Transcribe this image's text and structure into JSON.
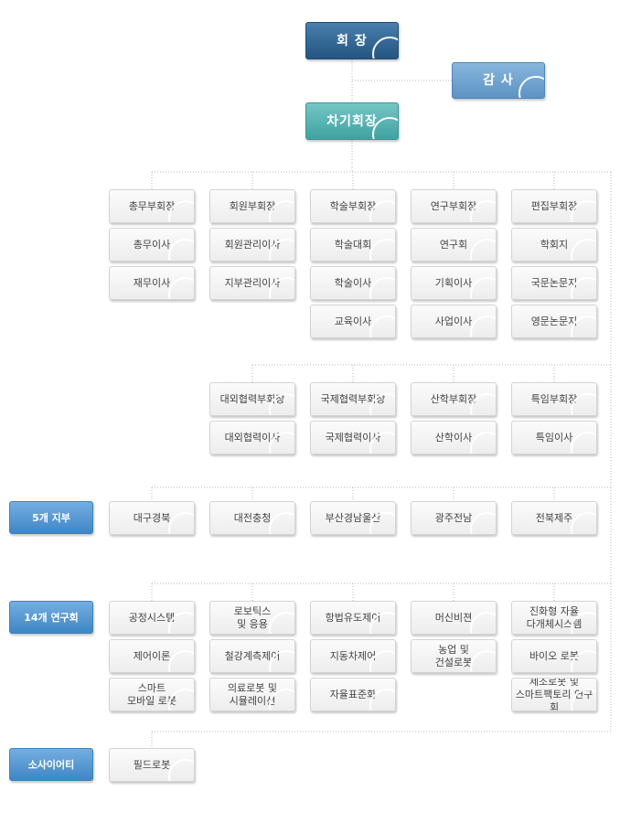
{
  "top": {
    "chairman": "회 장",
    "auditor": "감 사",
    "vice_chairman": "차기회장"
  },
  "vice_presidents": [
    {
      "title": "총무부회장",
      "members": [
        "총무이사",
        "재무이사"
      ]
    },
    {
      "title": "회원부회장",
      "members": [
        "회원관리이사",
        "지부관리이사"
      ]
    },
    {
      "title": "학술부회장",
      "members": [
        "학술대회",
        "학술이사",
        "교육이사"
      ]
    },
    {
      "title": "연구부회장",
      "members": [
        "연구회",
        "기획이사",
        "사업이사"
      ]
    },
    {
      "title": "편집부회장",
      "members": [
        "학회지",
        "국문논문지",
        "영문논문지"
      ]
    }
  ],
  "vice_presidents_2": [
    {
      "title": "대외협력부회장",
      "members": [
        "대외협력이사"
      ]
    },
    {
      "title": "국제협력부회장",
      "members": [
        "국제협력이사"
      ]
    },
    {
      "title": "산학부회장",
      "members": [
        "산학이사"
      ]
    },
    {
      "title": "특임부회장",
      "members": [
        "특임이사"
      ]
    }
  ],
  "branches": {
    "label": "5개 지부",
    "items": [
      "대구경북",
      "대전충청",
      "부산경남울산",
      "광주전남",
      "전북제주"
    ]
  },
  "research_groups": {
    "label": "14개 연구회",
    "columns": [
      [
        "공정시스템",
        "제어이론",
        "스마트\n모바일 로봇"
      ],
      [
        "로보틱스\n및 응용",
        "철강계측제어",
        "의료로봇 및\n시뮬레이션"
      ],
      [
        "항법유도제어",
        "지동차제어",
        "자율표준화"
      ],
      [
        "머신비젼",
        "농업 및\n건설로봇"
      ],
      [
        "진화형 자율\n다개체시스템",
        "바이오 로봇",
        "제조로봇 및\n스마트팩토리 연구회"
      ]
    ]
  },
  "society": {
    "label": "소사이어티",
    "items": [
      "필드로봇"
    ]
  }
}
